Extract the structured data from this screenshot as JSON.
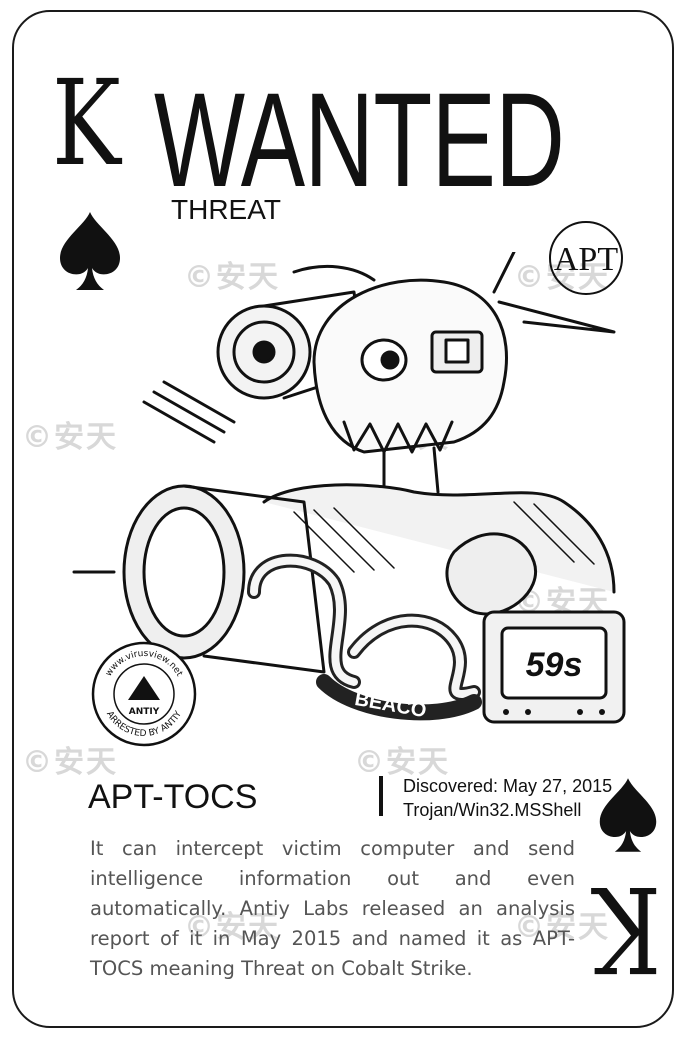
{
  "card": {
    "rank": "K",
    "title": "WANTED",
    "subtitle": "THREAT",
    "logo_text": "APT",
    "suit_icon": "spade-icon",
    "stamp_top_text": "www.virusview.net",
    "stamp_bottom_text": "ARRESTED BY ANTIY",
    "stamp_brand": "ANTIY",
    "illustration_label": "59s",
    "illustration_beacon": "BEACO",
    "watermark_text": "©安天",
    "threat_name": "APT-TOCS",
    "discovered": "Discovered: May  27, 2015",
    "malware_name": "Trojan/Win32.MSShell",
    "description": "It can intercept victim computer and send intelligence information out and even automatically. Antiy Labs released an analysis report of it in May 2015 and named it as APT-TOCS meaning Threat on Cobalt Strike.",
    "colors": {
      "ink": "#111111",
      "description_text": "#555555",
      "watermark": "#d4d4d4",
      "background": "#ffffff"
    }
  }
}
